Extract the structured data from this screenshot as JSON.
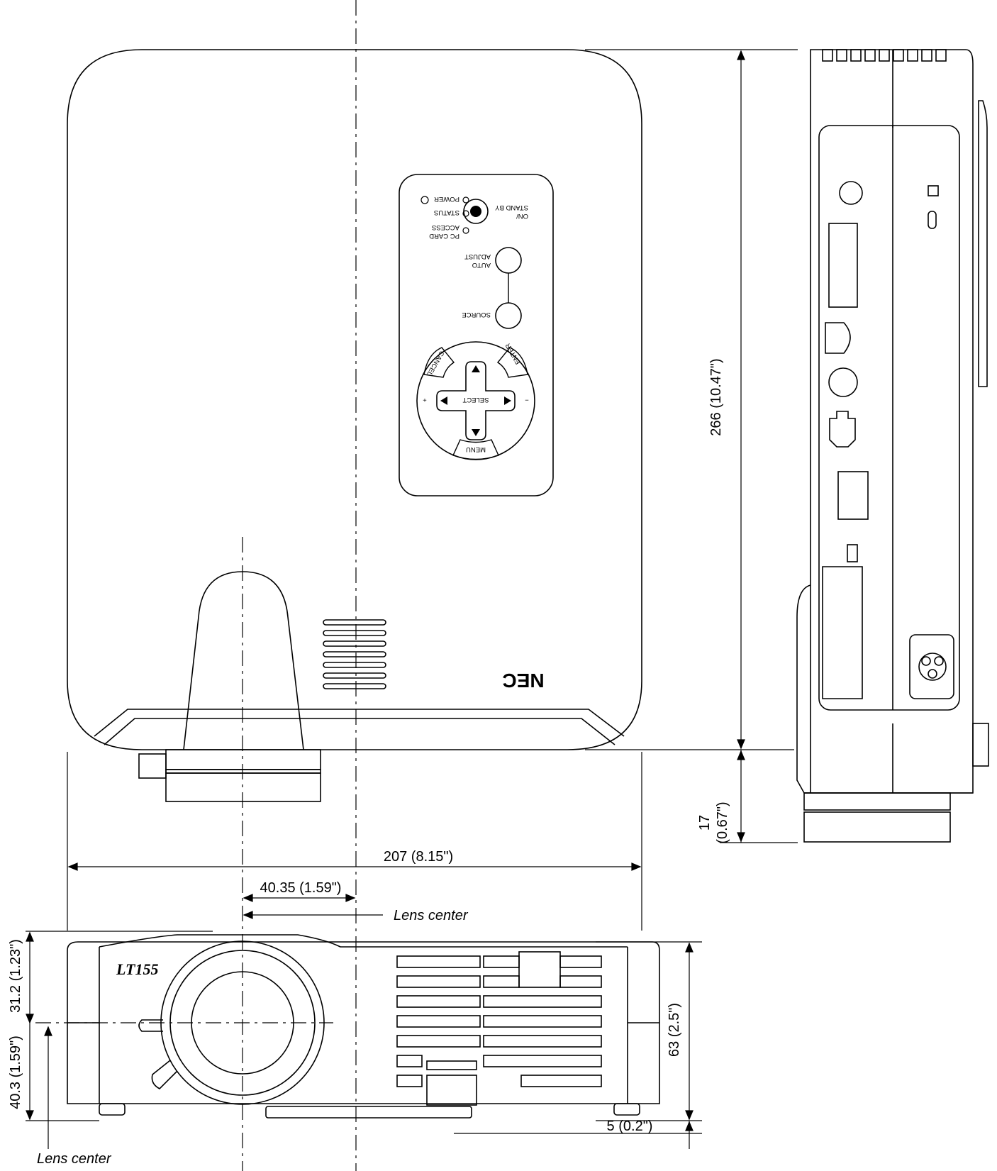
{
  "dimensions": {
    "depth": "266 (10.47\")",
    "foot_height": "17",
    "foot_height_in": "(0.67\")",
    "width": "207 (8.15\")",
    "lens_offset": "40.35 (1.59\")",
    "height": "63 (2.5\")",
    "lens_top": "31.2 (1.23\")",
    "lens_bottom": "40.3 (1.59\")",
    "foot_bottom": "5 (0.2\")"
  },
  "labels": {
    "lens_center_top": "Lens center",
    "lens_center_bottom": "Lens center"
  },
  "control_panel": {
    "power": "POWER",
    "status": "STATUS",
    "pc_card": "PC CARD",
    "access": "ACCESS",
    "on": "ON/",
    "standby": "STAND BY",
    "auto": "AUTO",
    "adjust": "ADJUST",
    "source": "SOURCE",
    "enter": "ENTER",
    "cancel": "CANCEL",
    "select": "SELECT",
    "menu": "MENU",
    "plus": "+",
    "minus": "−"
  },
  "branding": {
    "logo": "NEC",
    "model": "LT155"
  }
}
